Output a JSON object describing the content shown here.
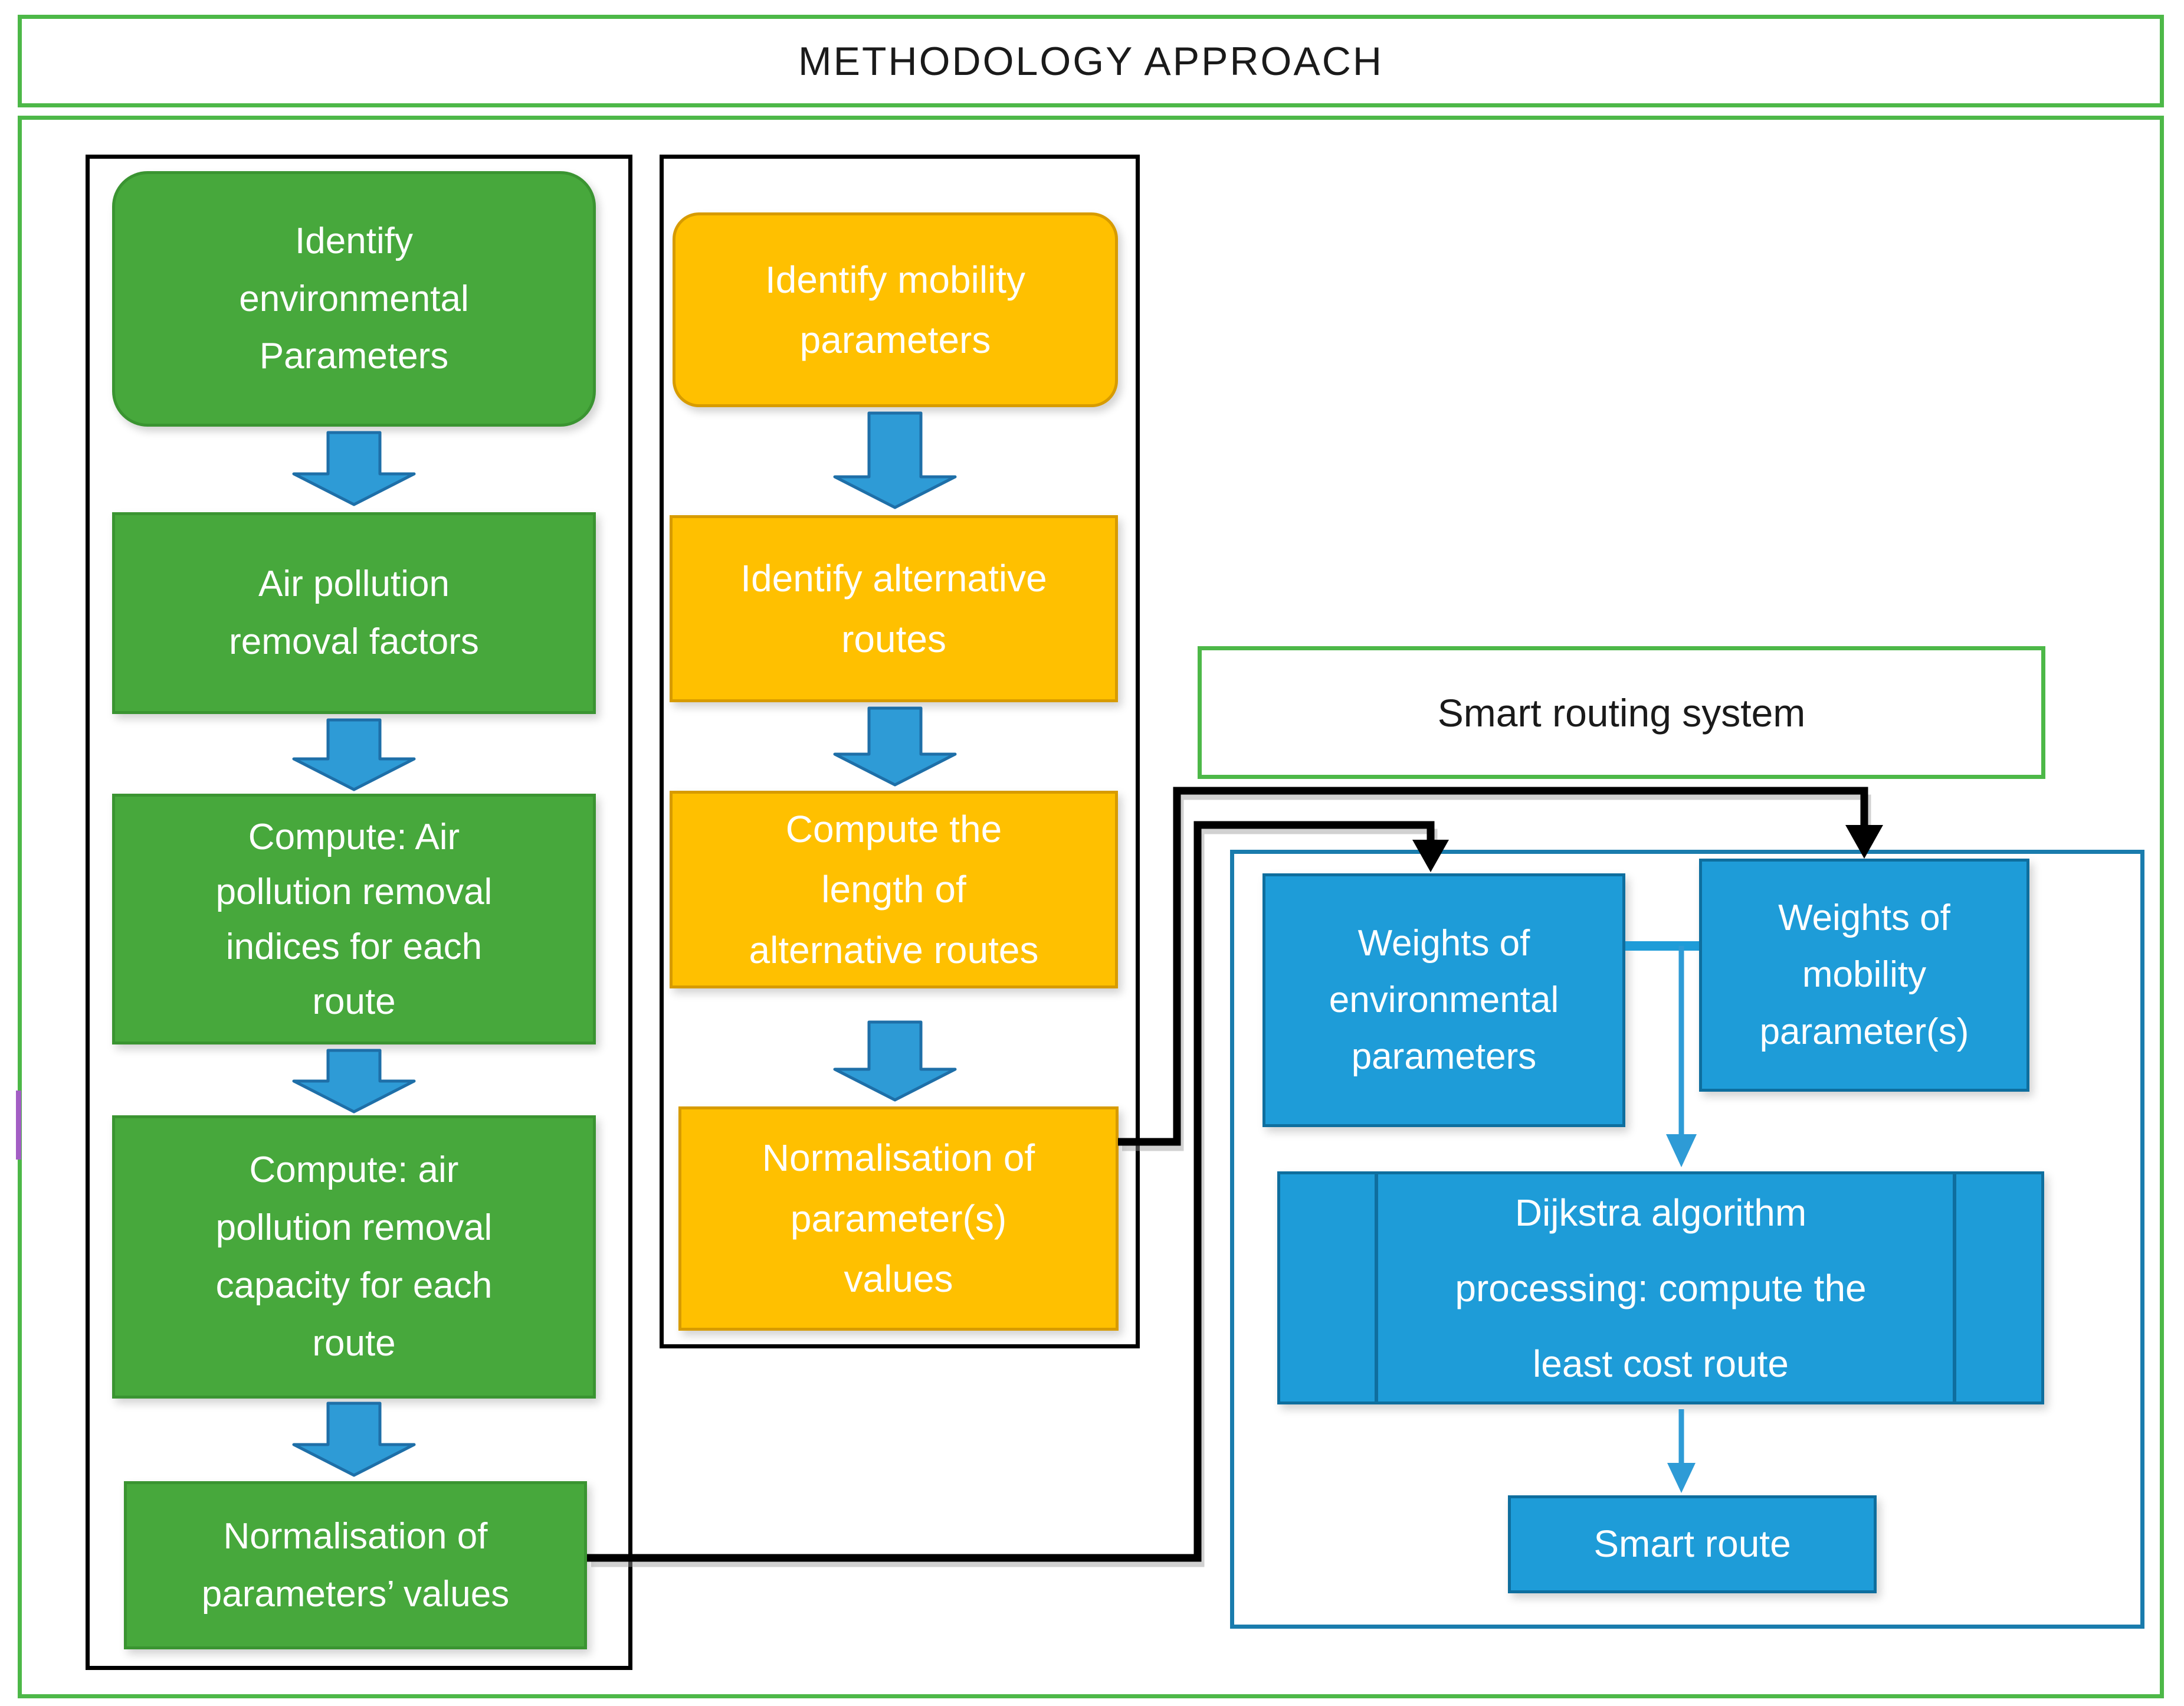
{
  "title": "METHODOLOGY APPROACH",
  "colors": {
    "frame_green": "#4DB848",
    "node_green_fill": "#47A83C",
    "node_green_border": "#3A9431",
    "node_orange_fill": "#FFC000",
    "node_orange_border": "#D79B00",
    "node_blue_fill": "#1E9CD8",
    "node_blue_border": "#0E6E9E",
    "blue_container_border": "#1A7CAD",
    "flow_arrow_blue": "#2E9BD6",
    "connector_black": "#000000",
    "accent_purple": "#A35EC4",
    "title_text": "#1A1A1A",
    "node_text": "#FFFFFF"
  },
  "env_flow": {
    "steps": [
      {
        "label": "Identify\nenvironmental\nParameters"
      },
      {
        "label": "Air pollution\nremoval factors"
      },
      {
        "label": "Compute: Air\npollution removal\nindices for each\nroute"
      },
      {
        "label": "Compute: air\npollution removal\ncapacity for each\nroute"
      },
      {
        "label": "Normalisation of\nparameters’ values"
      }
    ]
  },
  "mobility_flow": {
    "steps": [
      {
        "label": "Identify mobility\nparameters"
      },
      {
        "label": "Identify alternative\nroutes"
      },
      {
        "label": "Compute the\nlength of\nalternative routes"
      },
      {
        "label": "Normalisation of\nparameter(s)\nvalues"
      }
    ]
  },
  "smart_routing": {
    "label": "Smart routing system",
    "weights_environmental": "Weights of\nenvironmental\nparameters",
    "weights_mobility": "Weights of\nmobility\nparameter(s)",
    "dijkstra": "Dijkstra algorithm\nprocessing: compute the\nleast cost route",
    "smart_route": "Smart route"
  }
}
